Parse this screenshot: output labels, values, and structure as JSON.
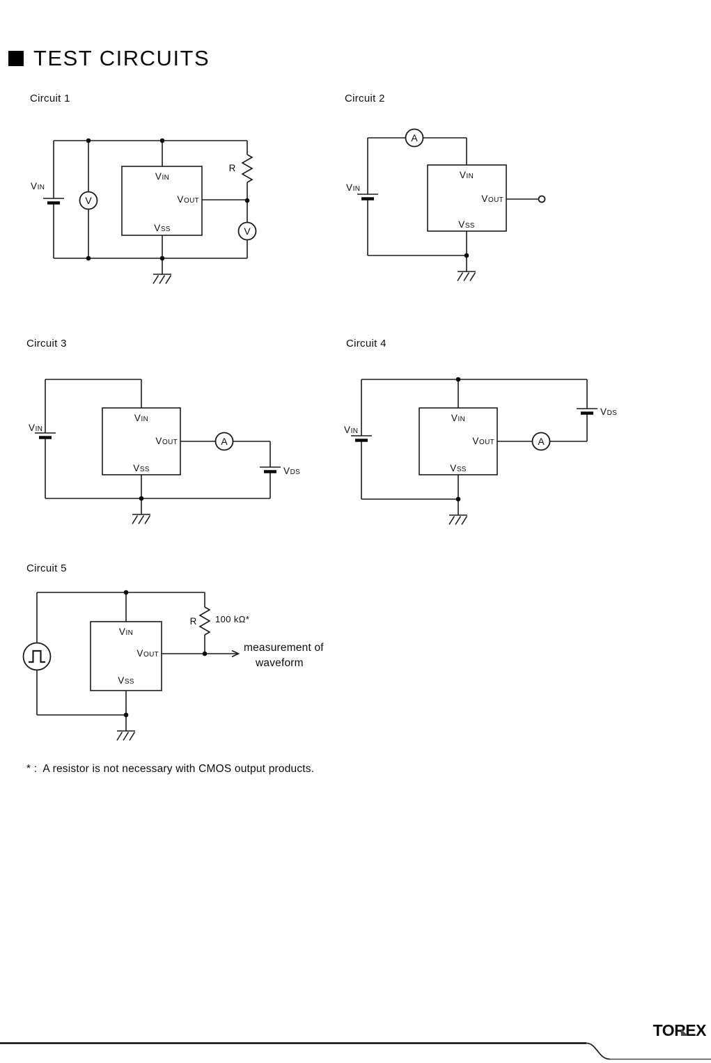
{
  "page": {
    "title": "TEST CIRCUITS",
    "footnote": "* :  A resistor is not necessary with CMOS output products.",
    "brand": "TOREX"
  },
  "circuits": [
    {
      "title": "Circuit 1",
      "source": {
        "main": "V",
        "sub": "IN"
      },
      "pins": {
        "vin": {
          "main": "V",
          "sub": "IN"
        },
        "vout": {
          "main": "V",
          "sub": "OUT"
        },
        "vss": {
          "main": "V",
          "sub": "SS"
        }
      },
      "resistor": "R",
      "input_meter": "V",
      "output_meter": "V"
    },
    {
      "title": "Circuit 2",
      "source": {
        "main": "V",
        "sub": "IN"
      },
      "pins": {
        "vin": {
          "main": "V",
          "sub": "IN"
        },
        "vout": {
          "main": "V",
          "sub": "OUT"
        },
        "vss": {
          "main": "V",
          "sub": "SS"
        }
      },
      "input_meter": "A"
    },
    {
      "title": "Circuit 3",
      "source": {
        "main": "V",
        "sub": "IN"
      },
      "pins": {
        "vin": {
          "main": "V",
          "sub": "IN"
        },
        "vout": {
          "main": "V",
          "sub": "OUT"
        },
        "vss": {
          "main": "V",
          "sub": "SS"
        }
      },
      "output_meter": "A",
      "load_source": {
        "main": "V",
        "sub": "DS"
      }
    },
    {
      "title": "Circuit 4",
      "source": {
        "main": "V",
        "sub": "IN"
      },
      "pins": {
        "vin": {
          "main": "V",
          "sub": "IN"
        },
        "vout": {
          "main": "V",
          "sub": "OUT"
        },
        "vss": {
          "main": "V",
          "sub": "SS"
        }
      },
      "output_meter": "A",
      "load_source": {
        "main": "V",
        "sub": "DS"
      }
    },
    {
      "title": "Circuit 5",
      "pins": {
        "vin": {
          "main": "V",
          "sub": "IN"
        },
        "vout": {
          "main": "V",
          "sub": "OUT"
        },
        "vss": {
          "main": "V",
          "sub": "SS"
        }
      },
      "resistor": "R",
      "resistor_value": "100 kΩ*",
      "annotation": [
        "measurement of",
        "waveform"
      ]
    }
  ]
}
